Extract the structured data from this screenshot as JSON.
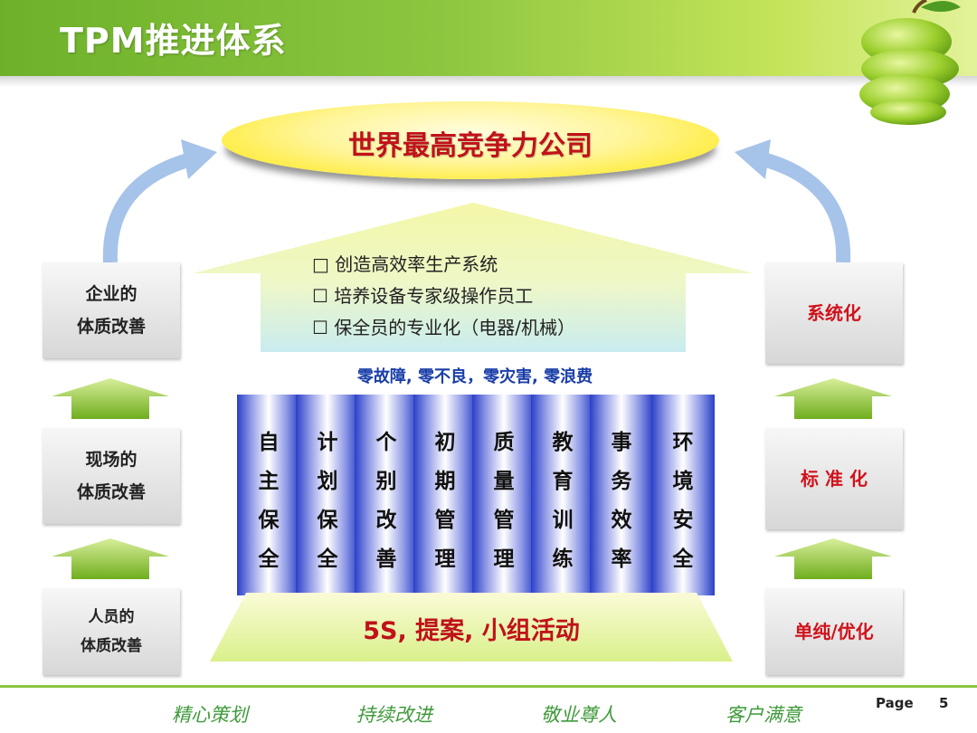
{
  "title": "TPM推进体系",
  "goal": "世界最高竞争力公司",
  "center_bullets": [
    "□ 创造高效率生产系统",
    "☐ 培养设备专家级操作员工",
    "☐ 保全员的专业化（电器/机械）"
  ],
  "zero_targets": "零故障, 零不良，零灾害, 零浪费",
  "pillars": [
    [
      "自",
      "主",
      "保",
      "全"
    ],
    [
      "计",
      "划",
      "保",
      "全"
    ],
    [
      "个",
      "别",
      "改",
      "善"
    ],
    [
      "初",
      "期",
      "管",
      "理"
    ],
    [
      "质",
      "量",
      "管",
      "理"
    ],
    [
      "教",
      "育",
      "训",
      "练"
    ],
    [
      "事",
      "务",
      "效",
      "率"
    ],
    [
      "环",
      "境",
      "安",
      "全"
    ]
  ],
  "base": "5S, 提案, 小组活动",
  "left_boxes": [
    {
      "line1": "企业的",
      "line2": "体质改善"
    },
    {
      "line1": "现场的",
      "line2": "体质改善"
    },
    {
      "line1": "人员的",
      "line2": "体质改善"
    }
  ],
  "right_boxes": [
    "系统化",
    "标 准 化",
    "单纯/优化"
  ],
  "footer": {
    "slogans": [
      "精心策划",
      "持续改进",
      "敬业尊人",
      "客户满意"
    ],
    "page_label": "Page",
    "page_number": "5"
  },
  "colors": {
    "header_green": "#8cc63f",
    "goal_red": "#c0121a",
    "zero_blue": "#1a3ea8",
    "pillar_blue": "#2a3fc8",
    "right_red": "#d0121b"
  },
  "icons": [
    "apple-icon",
    "curved-arrow-icon",
    "up-arrow-icon"
  ]
}
